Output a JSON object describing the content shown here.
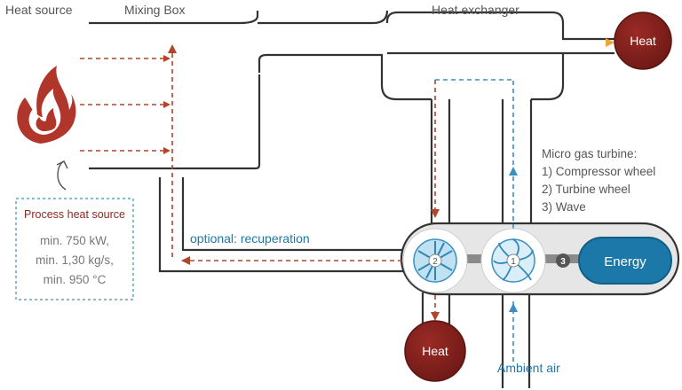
{
  "labels": {
    "heat_source": "Heat source",
    "mixing_box": "Mixing Box",
    "heat_exchanger": "Heat exchanger",
    "heat_top": "Heat",
    "heat_bottom": "Heat",
    "energy": "Energy",
    "optional_recuperation": "optional: recuperation",
    "ambient_air": "Ambient air"
  },
  "turbine_info": {
    "title": "Micro gas turbine:",
    "items": [
      "1) Compressor wheel",
      "2) Turbine wheel",
      "3) Wave"
    ]
  },
  "process_box": {
    "title": "Process heat source",
    "lines": [
      "min. 750 kW,",
      "min. 1,30 kg/s,",
      "min. 950 °C"
    ]
  },
  "wheel_numbers": {
    "compressor": "1",
    "turbine": "2",
    "shaft": "3"
  },
  "icons": {
    "flame": "flame-icon",
    "return_arrow": "curved-arrow-icon"
  },
  "colors": {
    "duct": "#333333",
    "hot_flow": "#b5432a",
    "warm_flow": "#e8952f",
    "cool_flow": "#3b8fc0",
    "heat_circle": "#7f1f1c",
    "energy_fill": "#1b78a8",
    "housing": "#e4e4e4",
    "text_gray": "#666666",
    "text_blue": "#1b78a8"
  }
}
